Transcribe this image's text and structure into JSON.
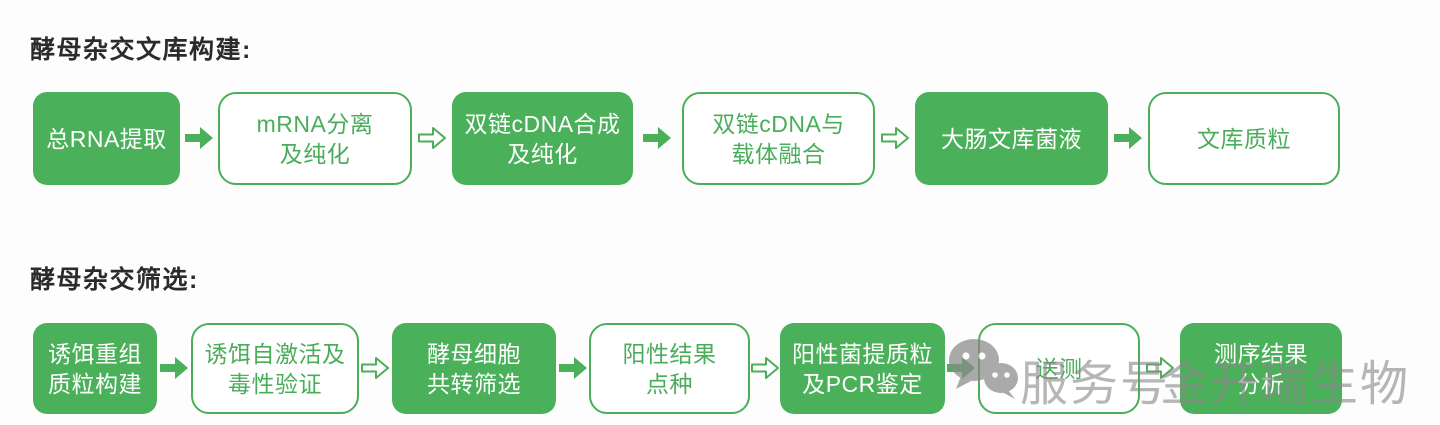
{
  "colors": {
    "filled_green": "#4bb05a",
    "outline_green": "#4cae58",
    "text_green": "#4aad5b",
    "title_color": "#2b2b2b",
    "watermark_gray": "#8a8a8a"
  },
  "sections": [
    {
      "title": "酵母杂交文库构建:",
      "steps": [
        {
          "variant": "filled",
          "lines": [
            "总RNA提取"
          ]
        },
        {
          "variant": "outlined",
          "lines": [
            "mRNA分离",
            "及纯化"
          ]
        },
        {
          "variant": "filled",
          "lines": [
            "双链cDNA合成",
            "及纯化"
          ]
        },
        {
          "variant": "outlined",
          "lines": [
            "双链cDNA与",
            "载体融合"
          ]
        },
        {
          "variant": "filled",
          "lines": [
            "大肠文库菌液"
          ]
        },
        {
          "variant": "outlined",
          "lines": [
            "文库质粒"
          ]
        }
      ]
    },
    {
      "title": "酵母杂交筛选:",
      "steps": [
        {
          "variant": "filled",
          "lines": [
            "诱饵重组",
            "质粒构建"
          ]
        },
        {
          "variant": "outlined",
          "lines": [
            "诱饵自激活及",
            "毒性验证"
          ]
        },
        {
          "variant": "filled",
          "lines": [
            "酵母细胞",
            "共转筛选"
          ]
        },
        {
          "variant": "outlined",
          "lines": [
            "阳性结果",
            "点种"
          ]
        },
        {
          "variant": "filled",
          "lines": [
            "阳性菌提质粒",
            "及PCR鉴定"
          ]
        },
        {
          "variant": "outlined",
          "lines": [
            "送测"
          ]
        },
        {
          "variant": "filled",
          "lines": [
            "测序结果",
            "分析"
          ]
        }
      ]
    }
  ],
  "watermark": {
    "icon": "wechat-icon",
    "account_label": "服务号",
    "brand_name": "金开瑞生物"
  }
}
